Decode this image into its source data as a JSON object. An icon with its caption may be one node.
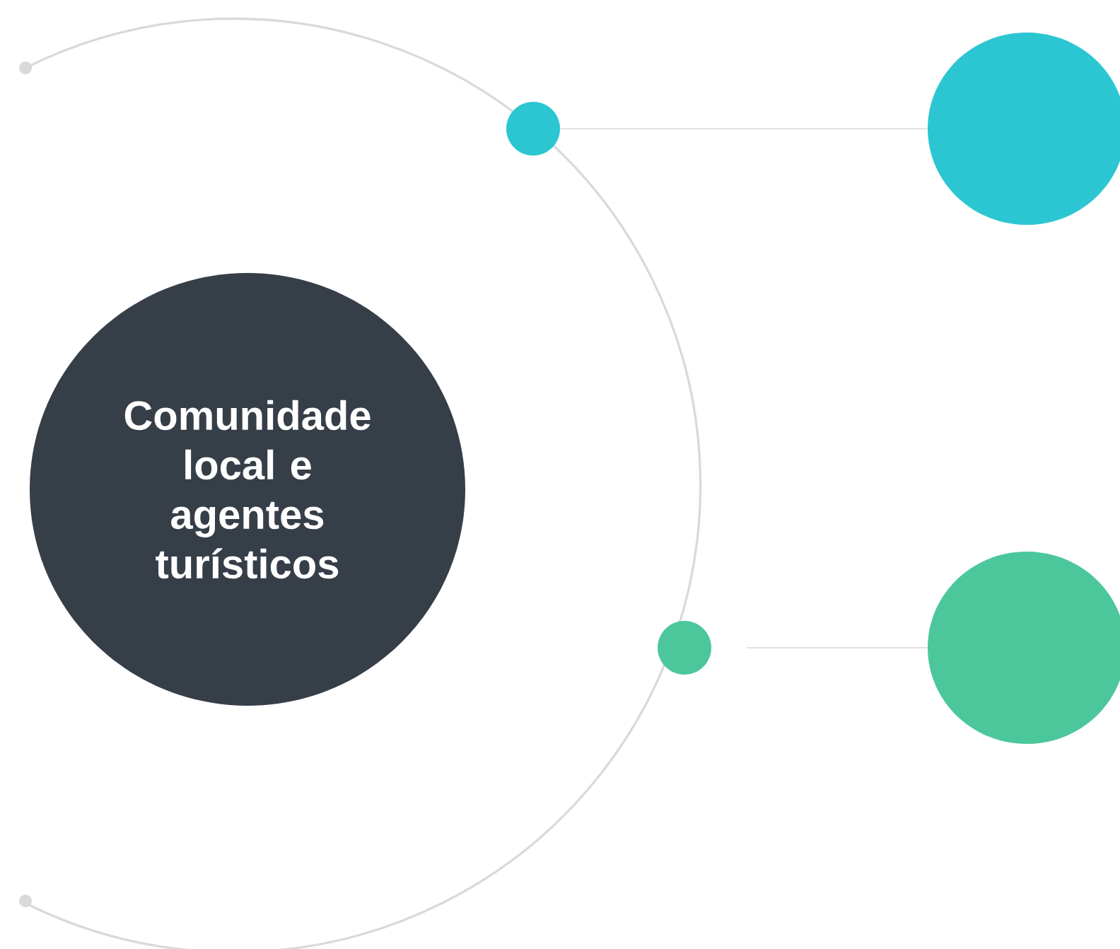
{
  "diagram": {
    "nodes": [
      {
        "text": [
          "Comunidade local e agentes turísticos"
        ]
      },
      {
        "text": [],
        "shape": "circle"
      },
      {
        "text": [],
        "shape": "circle"
      },
      {
        "text": [],
        "shape": "circle"
      },
      {
        "text": [],
        "shape": "circle"
      }
    ],
    "edges": [
      {
        "from": 1,
        "to": 2,
        "arrow": "none"
      },
      {
        "from": 3,
        "to": 4,
        "arrow": "none"
      }
    ]
  }
}
